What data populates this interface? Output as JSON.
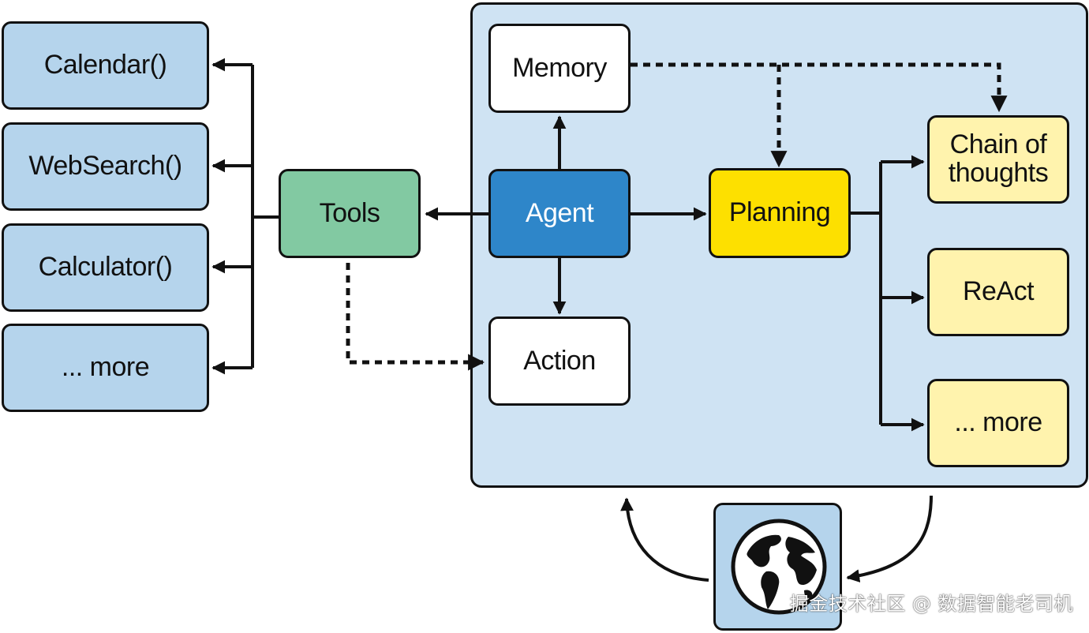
{
  "colors": {
    "tool_fill": "#b5d4ec",
    "panel_fill": "#cfe3f3",
    "tools_fill": "#82c9a2",
    "agent_fill": "#2e86c9",
    "planning_fill": "#fde000",
    "strategy_fill": "#fff3ad",
    "white_fill": "#ffffff",
    "stroke": "#111111"
  },
  "tools_list": [
    {
      "label": "Calendar()"
    },
    {
      "label": "WebSearch()"
    },
    {
      "label": "Calculator()"
    },
    {
      "label": "... more"
    }
  ],
  "nodes": {
    "tools": "Tools",
    "agent": "Agent",
    "memory": "Memory",
    "action": "Action",
    "planning": "Planning"
  },
  "planning_strategies": [
    {
      "label_line1": "Chain of",
      "label_line2": "thoughts"
    },
    {
      "label_line1": "ReAct",
      "label_line2": ""
    },
    {
      "label_line1": "... more",
      "label_line2": ""
    }
  ],
  "environment": {
    "icon": "globe-icon"
  },
  "watermark": "掘金技术社区 @ 数据智能老司机"
}
